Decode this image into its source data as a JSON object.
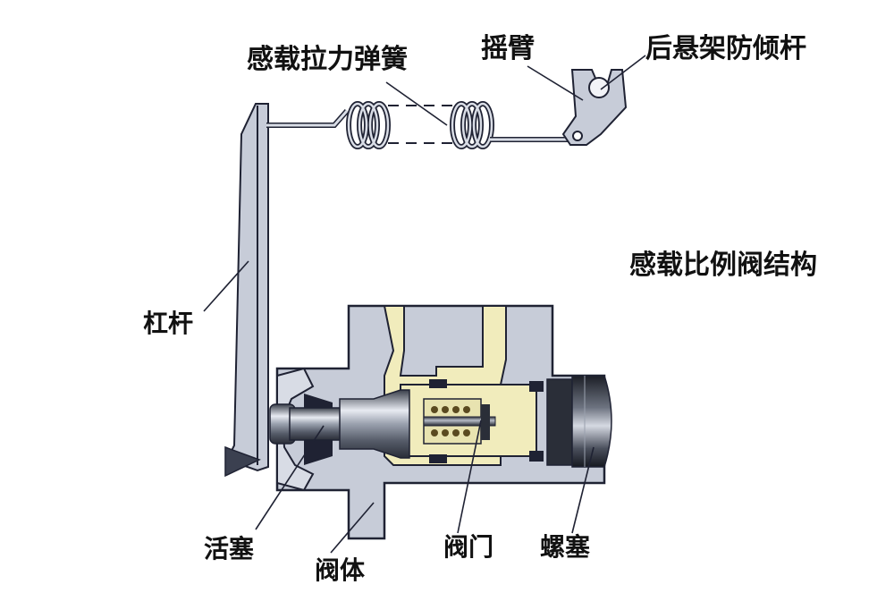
{
  "labels": {
    "spring": "感载拉力弹簧",
    "rocker_arm": "摇臂",
    "stabilizer_bar": "后悬架防倾杆",
    "title": "感载比例阀结构",
    "lever": "杠杆",
    "piston": "活塞",
    "valve_body": "阀体",
    "valve_door": "阀门",
    "plug": "螺塞"
  },
  "colors": {
    "body_fill": "#c7ccd8",
    "channel_fill": "#f1ecbc",
    "outline": "#1f2233",
    "metal_dark": "#2a2f3a",
    "text": "#111111"
  }
}
